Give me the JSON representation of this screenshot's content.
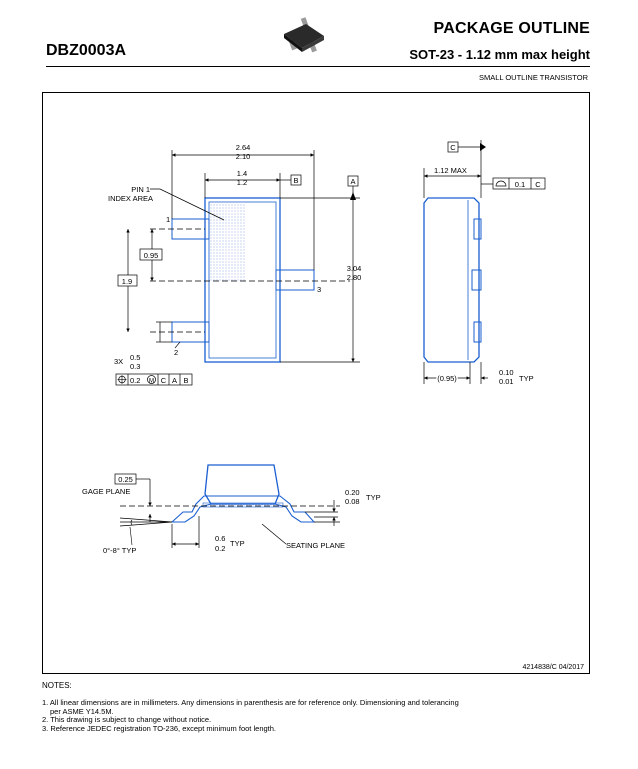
{
  "header": {
    "doc_id": "DBZ0003A",
    "title": "PACKAGE OUTLINE",
    "subtitle": "SOT-23 - 1.12 mm max height",
    "package_type": "SMALL OUTLINE TRANSISTOR"
  },
  "top_view": {
    "dim_width_max": "2.64",
    "dim_width_min": "2.10",
    "dim_body_max": "1.4",
    "dim_body_min": "1.2",
    "datum_b": "B",
    "datum_a": "A",
    "pin1_label_line1": "PIN 1",
    "pin1_label_line2": "INDEX AREA",
    "pin1": "1",
    "pin2": "2",
    "pin3": "3",
    "dim_pitch": "0.95",
    "dim_span": "1.9",
    "dim_len_max": "3.04",
    "dim_len_min": "2.80",
    "lead_qty": "3X",
    "lead_w_max": "0.5",
    "lead_w_min": "0.3",
    "fcf_tol": "0.2",
    "fcf_c": "C",
    "fcf_a": "A",
    "fcf_b": "B"
  },
  "side_view": {
    "datum_c": "C",
    "max_height": "1.12 MAX",
    "flatness_tol": "0.1",
    "flatness_datum": "C",
    "ref_dim": "(0.95)",
    "standoff_max": "0.10",
    "standoff_min": "0.01",
    "typ": "TYP"
  },
  "detail_view": {
    "gage_dim": "0.25",
    "gage_plane": "GAGE PLANE",
    "angle": "0°-8° TYP",
    "foot_max": "0.6",
    "foot_min": "0.2",
    "typ": "TYP",
    "seating_plane": "SEATING PLANE",
    "lead_t_max": "0.20",
    "lead_t_min": "0.08"
  },
  "drawing_number": "4214838/C  04/2017",
  "notes_title": "NOTES:",
  "notes": [
    "1. All linear dimensions are in millimeters. Any dimensions in parenthesis are for reference only. Dimensioning and tolerancing",
    "    per ASME Y14.5M.",
    "2. This drawing is subject to change without notice.",
    "3. Reference JEDEC registration TO-236, except minimum foot length."
  ],
  "colors": {
    "outline": "#1a5fd1",
    "ink": "#000000",
    "hatch": "#6f8fd8"
  }
}
